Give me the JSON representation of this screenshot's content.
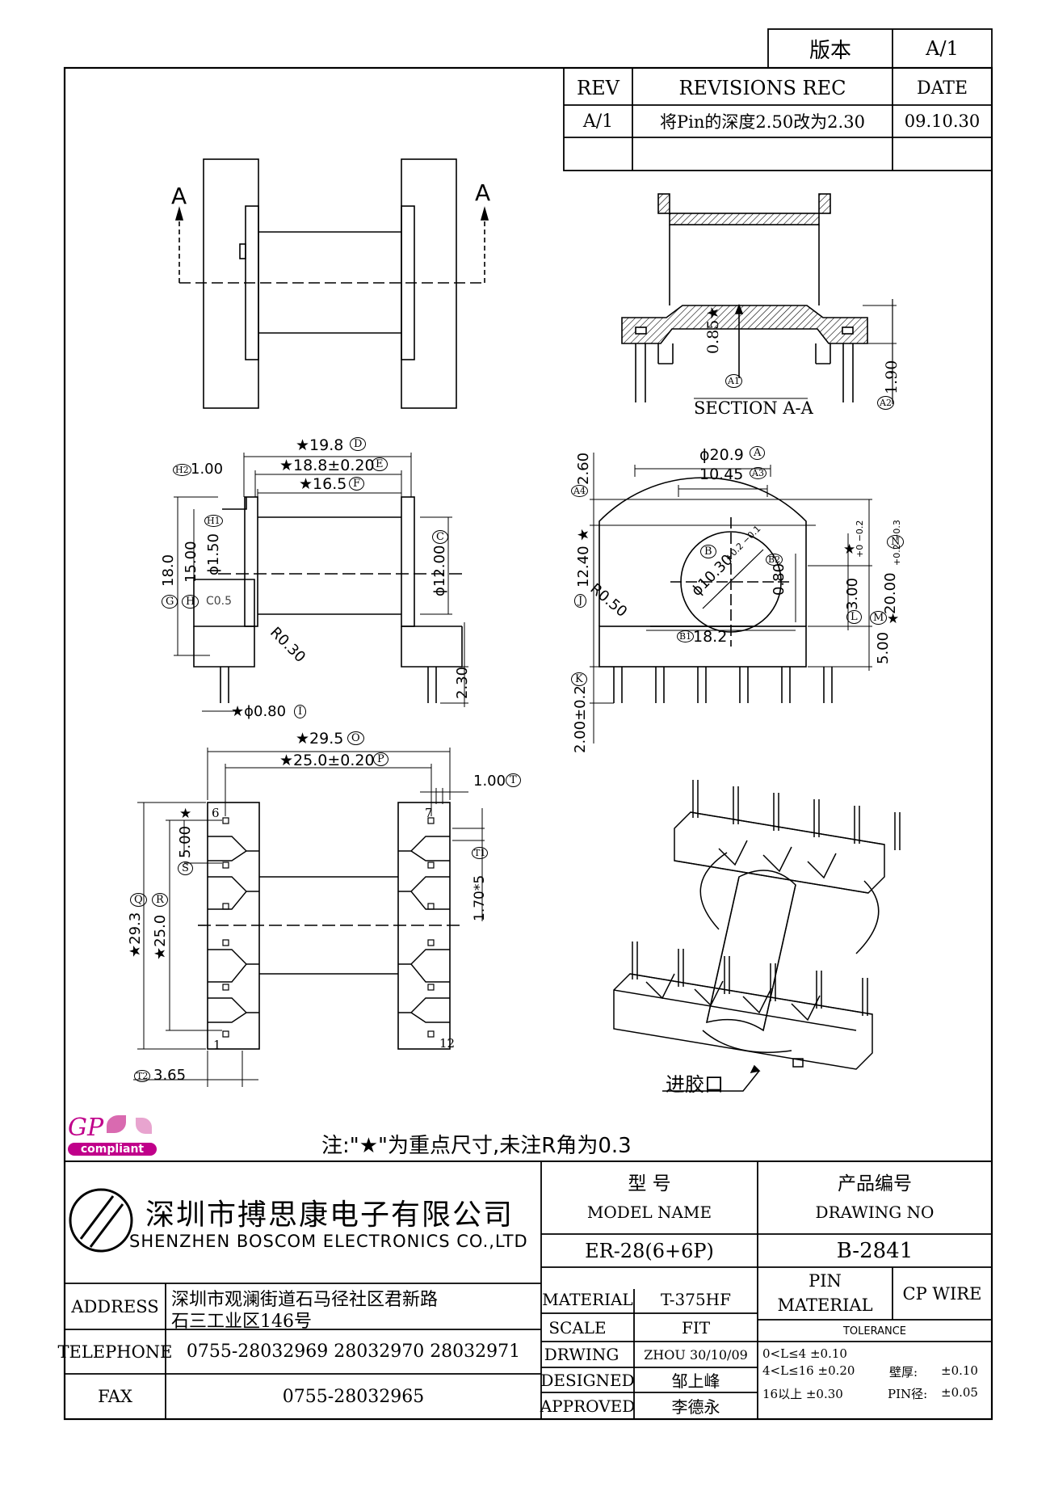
{
  "version_box": {
    "label": "版本",
    "value": "A/1"
  },
  "revisions": {
    "headers": {
      "rev": "REV",
      "rec": "REVISIONS REC",
      "date": "DATE"
    },
    "rows": [
      {
        "rev": "A/1",
        "rec": "将Pin的深度2.50改为2.30",
        "date": "09.10.30"
      }
    ]
  },
  "views": {
    "section_label": "SECTION A-A",
    "section_letter_left": "A",
    "section_letter_right": "A",
    "pin_numbers": {
      "p1": "1",
      "p6": "6",
      "p7": "7",
      "p12": "12"
    },
    "gate_label": "进胶口"
  },
  "dimensions": {
    "sec_085": "0.85★",
    "sec_A1": "A1",
    "sec_190": "1.90",
    "sec_A2": "A2",
    "d19_8": "★19.8",
    "d19_8_tag": "D",
    "d18_8": "★18.8±0.20",
    "d18_8_tag": "E",
    "d16_5": "★16.5",
    "d16_5_tag": "F",
    "h2_100": "1.00",
    "h2_tag": "H2",
    "h1_tag": "H1",
    "d_phi150": "ϕ1.50",
    "g_tag": "G",
    "d18_0": "18.0",
    "h_tag": "H",
    "d15_00": "15.00",
    "c05": "C0.5",
    "r030": "R0.30",
    "c_tag": "C",
    "d_phi1200": "ϕ12.00",
    "d230": "2.30",
    "d_pin080": "★ϕ0.80",
    "i_tag": "I",
    "d20_9": "ϕ20.9",
    "a_tag": "A",
    "d10_45": "10.45",
    "a3_tag": "A3",
    "d260": "2.60",
    "a4_tag": "A4",
    "b_tag": "B",
    "d_phi1030": "ϕ10.30",
    "tol_1030": "+0.2 −0.1",
    "b2_tag": "B2",
    "d080": "0.80",
    "j_tag": "J",
    "d12_40": "12.40 ★",
    "r050": "R0.50",
    "b1_tag": "B1",
    "d18_2": "18.2",
    "l_tag": "L",
    "d3_00": "3.00",
    "tol_300": "+0 −0.2",
    "star_l": "★",
    "n_tag": "N",
    "d20_00": "20.00",
    "tol_2000": "+0.2 −0.3",
    "m_tag": "M",
    "d5_00": "5.00",
    "star_m": "★",
    "k_tag": "K",
    "d2_00": "2.00±0.2",
    "d29_5": "★29.5",
    "o_tag": "O",
    "d25_0": "★25.0±0.20",
    "p_tag": "P",
    "d1_00t": "1.00",
    "t_tag": "T",
    "star_s": "★",
    "d5_00s": "5.00",
    "s_tag": "S",
    "t1_tag": "T1",
    "d170": "1.70*5",
    "q_tag": "Q",
    "d29_3": "★29.3",
    "r_tag": "R",
    "d25_0r": "★25.0",
    "t2_tag": "T2",
    "d3_65": "3.65"
  },
  "note": "注:\"★\"为重点尺寸,未注R角为0.3",
  "logo": {
    "gp": "GP",
    "compliant": "compliant"
  },
  "company": {
    "name_cn": "深圳市搏思康电子有限公司",
    "name_en": "SHENZHEN BOSCOM ELECTRONICS CO.,LTD"
  },
  "title_block": {
    "model_label_cn": "型    号",
    "model_label_en": "MODEL NAME",
    "model_value": "ER-28(6+6P)",
    "drawing_label_cn": "产品编号",
    "drawing_label_en": "DRAWING NO",
    "drawing_value": "B-2841",
    "address_label": "ADDRESS",
    "address_line1": "深圳市观澜街道石马径社区君新路",
    "address_line2": "石三工业区146号",
    "telephone_label": "TELEPHONE",
    "telephone_value": "0755-28032969 28032970 28032971",
    "fax_label": "FAX",
    "fax_value": "0755-28032965",
    "material_label": "MATERIAL",
    "material_value": "T-375HF",
    "scale_label": "SCALE",
    "scale_value": "FIT",
    "drwing_label": "DRWING",
    "drwing_value": "ZHOU 30/10/09",
    "designed_label": "DESIGNED",
    "designed_value": "邹上峰",
    "approved_label": "APPROVED",
    "approved_value": "李德永",
    "pin_material_label1": "PIN",
    "pin_material_label2": "MATERIAL",
    "pin_material_value": "CP WIRE",
    "tolerance_label": "TOLERANCE",
    "tol_row1": "0<L≤4  ±0.10",
    "tol_row2": "4<L≤16  ±0.20",
    "tol_row3": "16以上      ±0.30",
    "wall_label": "壁厚:",
    "wall_value": "±0.10",
    "pin_dia_label": "PIN径:",
    "pin_dia_value": "±0.05"
  }
}
